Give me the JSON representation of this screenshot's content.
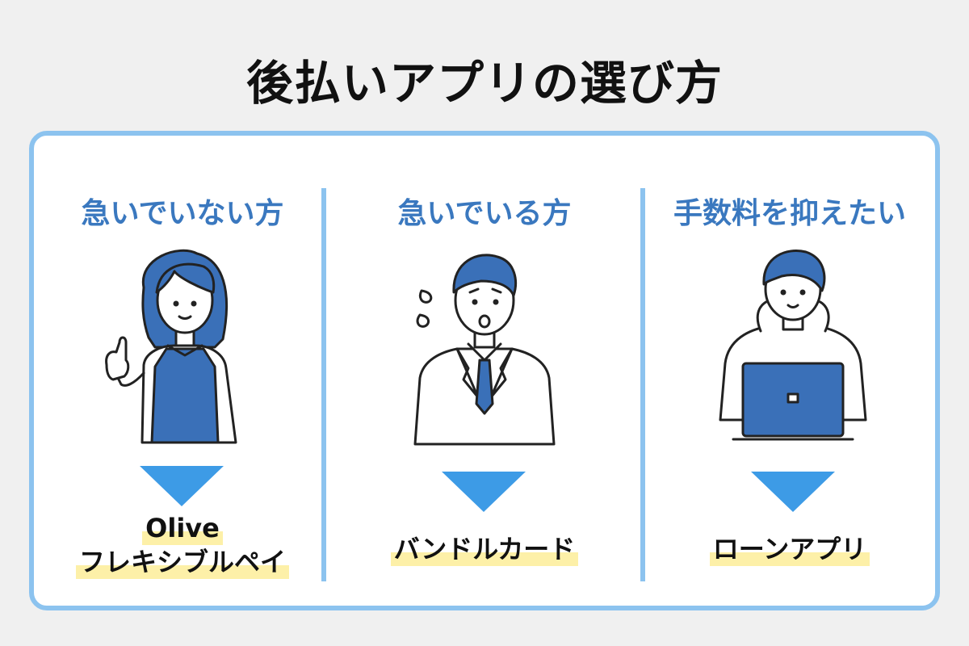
{
  "title": "後払いアプリの選び方",
  "columns": [
    {
      "heading": "急いでいない方",
      "result_line1": "Olive",
      "result_line2": "フレキシブルペイ"
    },
    {
      "heading": "急いでいる方",
      "result_line1": "バンドルカード"
    },
    {
      "heading": "手数料を抑えたい",
      "result_line1": "ローンアプリ"
    }
  ],
  "colors": {
    "background": "#f0f0f0",
    "card_border": "#8cc3ef",
    "heading_text": "#3a78bf",
    "arrow": "#3d9be6",
    "highlight": "#fdf0a8",
    "illustration_blue": "#3a70b8"
  },
  "icons": {
    "woman": "woman-pointing-icon",
    "man": "businessman-sweating-icon",
    "laptop": "person-with-laptop-icon",
    "arrow": "down-arrow-icon"
  }
}
